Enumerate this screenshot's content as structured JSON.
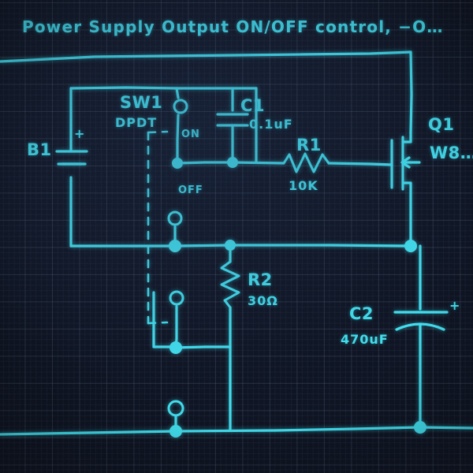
{
  "sheet": {
    "medium": "hand-drawn schematic on dark graph paper",
    "ink_color": "#3fe0f0",
    "paper_color": "#0b1120",
    "grid_color": "#96aac8"
  },
  "title": {
    "text": "Power Supply Output ON/OFF control,  −O…",
    "note": "right edge cropped"
  },
  "components": {
    "b1": {
      "ref": "B1",
      "plus": "+",
      "type": "battery"
    },
    "sw1": {
      "ref": "SW1",
      "value": "DPDT",
      "type": "switch",
      "pos_on": "ON",
      "pos_off": "OFF"
    },
    "c1": {
      "ref": "C1",
      "value": "0.1uF",
      "type": "capacitor"
    },
    "r1": {
      "ref": "R1",
      "value": "10K",
      "type": "resistor"
    },
    "q1": {
      "ref": "Q1",
      "value": "W8…",
      "type": "mosfet",
      "note": "part number cropped at right edge"
    },
    "r2": {
      "ref": "R2",
      "value": "30Ω",
      "type": "resistor"
    },
    "c2": {
      "ref": "C2",
      "value": "470uF",
      "plus": "+",
      "type": "electrolytic-capacitor"
    }
  }
}
